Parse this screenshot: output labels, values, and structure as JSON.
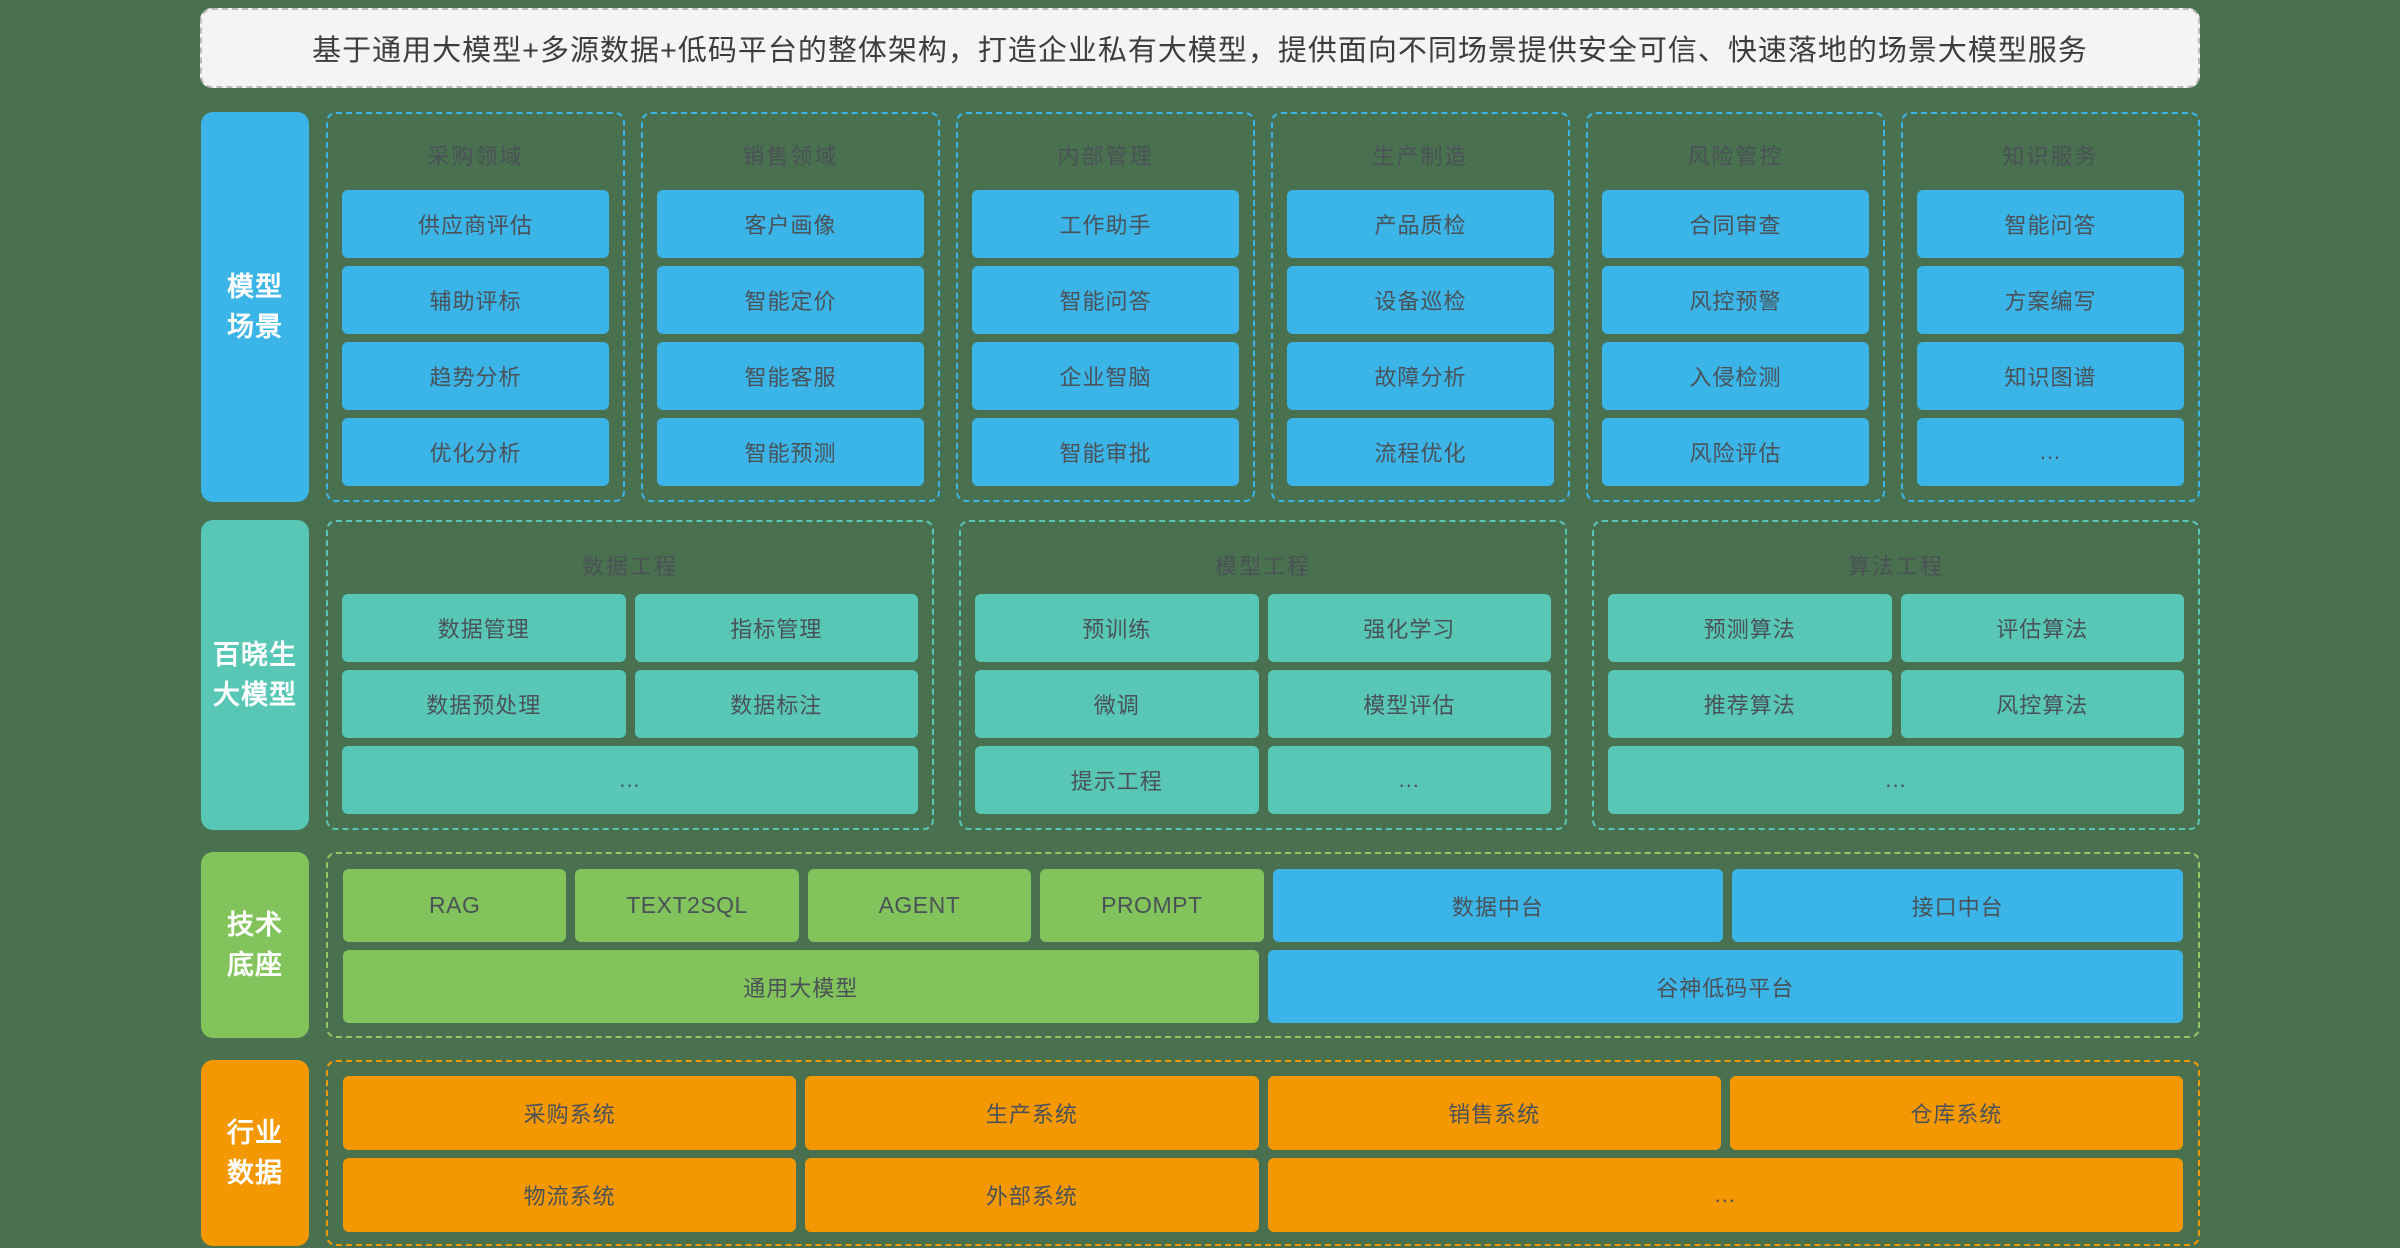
{
  "colors": {
    "background": "#497150",
    "blue": "#3BB4E7",
    "teal": "#58C7B6",
    "green": "#82C45B",
    "green_border": "#8FC763",
    "orange": "#F39800",
    "banner_bg": "#F4F4F4",
    "banner_border": "#BBBBBB",
    "banner_text": "#3D3D3D",
    "text_dark": "#4A5157"
  },
  "banner": {
    "text": "基于通用大模型+多源数据+低码平台的整体架构，打造企业私有大模型，提供面向不同场景提供安全可信、快速落地的场景大模型服务"
  },
  "rows": {
    "scenes": {
      "sidebar": "模型\n场景",
      "columns": [
        {
          "title": "采购领域",
          "items": [
            "供应商评估",
            "辅助评标",
            "趋势分析",
            "优化分析"
          ]
        },
        {
          "title": "销售领域",
          "items": [
            "客户画像",
            "智能定价",
            "智能客服",
            "智能预测"
          ]
        },
        {
          "title": "内部管理",
          "items": [
            "工作助手",
            "智能问答",
            "企业智脑",
            "智能审批"
          ]
        },
        {
          "title": "生产制造",
          "items": [
            "产品质检",
            "设备巡检",
            "故障分析",
            "流程优化"
          ]
        },
        {
          "title": "风险管控",
          "items": [
            "合同审查",
            "风控预警",
            "入侵检测",
            "风险评估"
          ]
        },
        {
          "title": "知识服务",
          "items": [
            "智能问答",
            "方案编写",
            "知识图谱",
            "..."
          ]
        }
      ]
    },
    "model": {
      "sidebar": "百晓生\n大模型",
      "groups": [
        {
          "title": "数据工程",
          "cells": [
            "数据管理",
            "指标管理",
            "数据预处理",
            "数据标注"
          ],
          "footer": "..."
        },
        {
          "title": "模型工程",
          "cells": [
            "预训练",
            "强化学习",
            "微调",
            "模型评估",
            "提示工程",
            "..."
          ]
        },
        {
          "title": "算法工程",
          "cells": [
            "预测算法",
            "评估算法",
            "推荐算法",
            "风控算法"
          ],
          "footer": "..."
        }
      ]
    },
    "tech": {
      "sidebar": "技术\n底座",
      "top": [
        "RAG",
        "TEXT2SQL",
        "AGENT",
        "PROMPT",
        "数据中台",
        "接口中台"
      ],
      "bottom": [
        "通用大模型",
        "谷神低码平台"
      ]
    },
    "industry": {
      "sidebar": "行业\n数据",
      "top": [
        "采购系统",
        "生产系统",
        "销售系统",
        "仓库系统"
      ],
      "bottom": [
        "物流系统",
        "外部系统",
        "..."
      ]
    }
  }
}
